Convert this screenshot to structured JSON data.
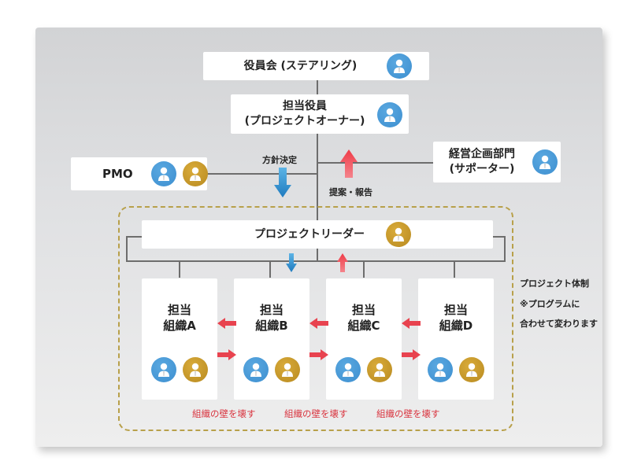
{
  "diagram": {
    "steering": {
      "label": "役員会 (ステアリング)",
      "avatars": [
        "blue"
      ]
    },
    "owner": {
      "line1": "担当役員",
      "line2": "(プロジェクトオーナー)",
      "avatars": [
        "blue"
      ]
    },
    "pmo": {
      "label": "PMO",
      "avatars": [
        "blue",
        "gold"
      ]
    },
    "supporter": {
      "line1": "経営企画部門",
      "line2": "(サポーター)",
      "avatars": [
        "blue"
      ]
    },
    "policy_label": "方針決定",
    "proposal_label": "提案・報告",
    "leader": {
      "label": "プロジェクトリーダー",
      "avatars": [
        "gold"
      ]
    },
    "orgs": [
      {
        "line1": "担当",
        "line2": "組織A",
        "avatars": [
          "blue",
          "gold"
        ]
      },
      {
        "line1": "担当",
        "line2": "組織B",
        "avatars": [
          "blue",
          "gold"
        ]
      },
      {
        "line1": "担当",
        "line2": "組織C",
        "avatars": [
          "blue",
          "gold"
        ]
      },
      {
        "line1": "担当",
        "line2": "組織D",
        "avatars": [
          "blue",
          "gold"
        ]
      }
    ],
    "wall_labels": [
      "組織の壁を壊す",
      "組織の壁を壊す",
      "組織の壁を壊す"
    ],
    "side_note": [
      "プロジェクト体制",
      "※プログラムに",
      "合わせて変わります"
    ],
    "colors": {
      "blue_avatar": "#3d8fd0",
      "gold_avatar": "#b88a20",
      "up_arrow": "#e8434f",
      "down_arrow": "#2a86c8",
      "dashed_border": "#b8a04a",
      "wall_text": "#d9343f"
    }
  }
}
